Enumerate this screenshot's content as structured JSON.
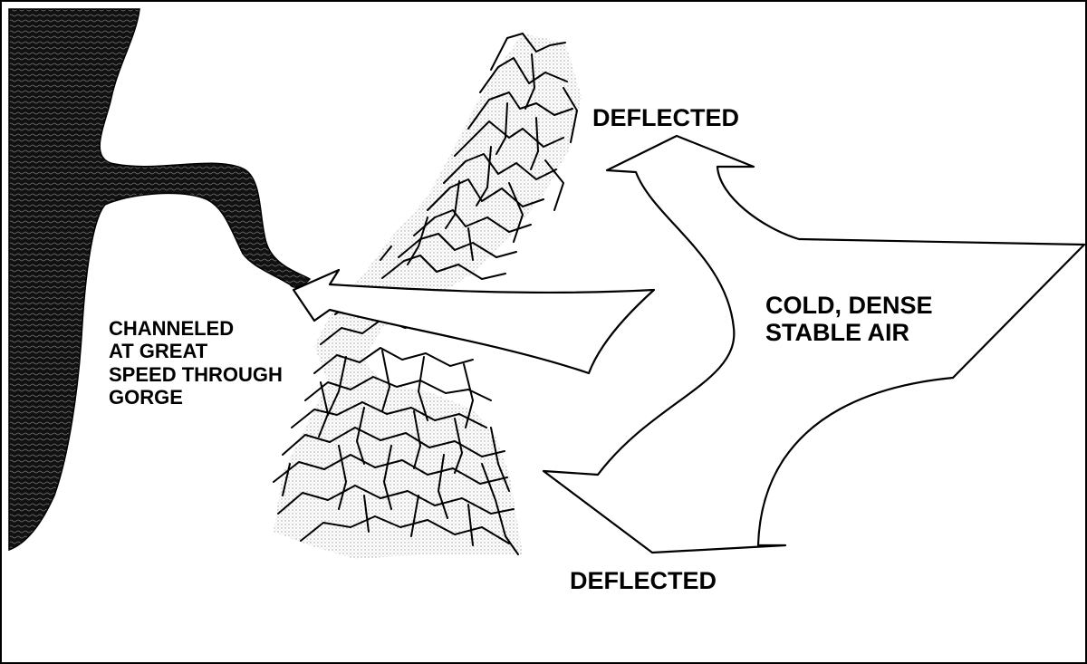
{
  "labels": {
    "deflected_top": "DEFLECTED",
    "deflected_bottom": "DEFLECTED",
    "cold_air": [
      "COLD, DENSE",
      "STABLE AIR"
    ],
    "channeled": [
      "CHANNELED",
      "AT GREAT",
      "SPEED THROUGH",
      "GORGE"
    ]
  },
  "colors": {
    "ink": "#000000",
    "paper": "#ffffff",
    "stipple": "#cfcfcf"
  }
}
